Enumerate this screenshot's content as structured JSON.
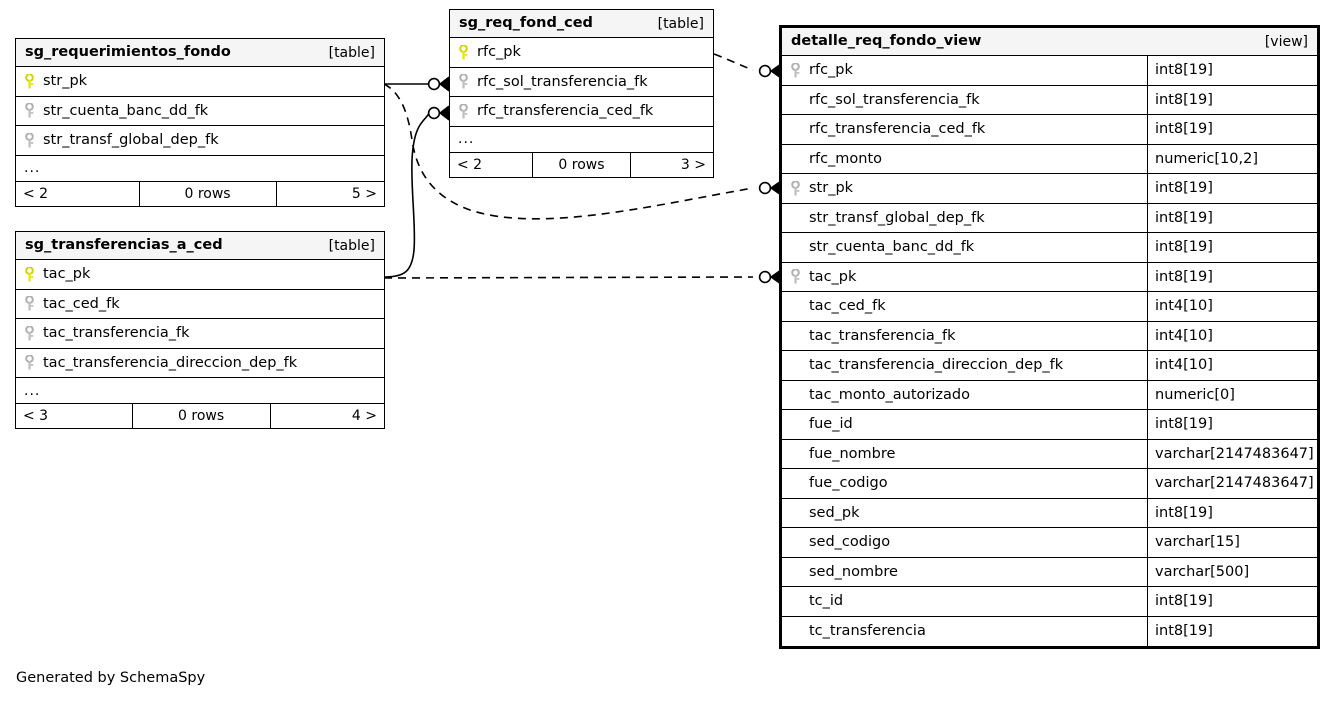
{
  "caption": "Generated by SchemaSpy",
  "legend": {
    "primary_key_color": "#e8e800",
    "foreign_key_color": "#b8b8b8",
    "header_background": "#f5f5f5",
    "line_color": "#000000",
    "background": "#ffffff"
  },
  "entities": [
    {
      "id": "sg_requerimientos_fondo",
      "name": "sg_requerimientos_fondo",
      "kind": "[table]",
      "is_view": false,
      "columns": [
        {
          "name": "str_pk",
          "key": "primary"
        },
        {
          "name": "str_cuenta_banc_dd_fk",
          "key": "foreign"
        },
        {
          "name": "str_transf_global_dep_fk",
          "key": "foreign"
        }
      ],
      "ellipsis": "...",
      "footer": {
        "left": "< 2",
        "center": "0 rows",
        "right": "5 >"
      }
    },
    {
      "id": "sg_transferencias_a_ced",
      "name": "sg_transferencias_a_ced",
      "kind": "[table]",
      "is_view": false,
      "columns": [
        {
          "name": "tac_pk",
          "key": "primary"
        },
        {
          "name": "tac_ced_fk",
          "key": "foreign"
        },
        {
          "name": "tac_transferencia_fk",
          "key": "foreign"
        },
        {
          "name": "tac_transferencia_direccion_dep_fk",
          "key": "foreign"
        }
      ],
      "ellipsis": "...",
      "footer": {
        "left": "< 3",
        "center": "0 rows",
        "right": "4 >"
      }
    },
    {
      "id": "sg_req_fond_ced",
      "name": "sg_req_fond_ced",
      "kind": "[table]",
      "is_view": false,
      "columns": [
        {
          "name": "rfc_pk",
          "key": "primary"
        },
        {
          "name": "rfc_sol_transferencia_fk",
          "key": "foreign"
        },
        {
          "name": "rfc_transferencia_ced_fk",
          "key": "foreign"
        }
      ],
      "ellipsis": "...",
      "footer": {
        "left": "< 2",
        "center": "0 rows",
        "right": "3 >"
      }
    },
    {
      "id": "detalle_req_fondo_view",
      "name": "detalle_req_fondo_view",
      "kind": "[view]",
      "is_view": true,
      "columns": [
        {
          "name": "rfc_pk",
          "key": "foreign",
          "type": "int8[19]"
        },
        {
          "name": "rfc_sol_transferencia_fk",
          "key": "none",
          "type": "int8[19]"
        },
        {
          "name": "rfc_transferencia_ced_fk",
          "key": "none",
          "type": "int8[19]"
        },
        {
          "name": "rfc_monto",
          "key": "none",
          "type": "numeric[10,2]"
        },
        {
          "name": "str_pk",
          "key": "foreign",
          "type": "int8[19]"
        },
        {
          "name": "str_transf_global_dep_fk",
          "key": "none",
          "type": "int8[19]"
        },
        {
          "name": "str_cuenta_banc_dd_fk",
          "key": "none",
          "type": "int8[19]"
        },
        {
          "name": "tac_pk",
          "key": "foreign",
          "type": "int8[19]"
        },
        {
          "name": "tac_ced_fk",
          "key": "none",
          "type": "int4[10]"
        },
        {
          "name": "tac_transferencia_fk",
          "key": "none",
          "type": "int4[10]"
        },
        {
          "name": "tac_transferencia_direccion_dep_fk",
          "key": "none",
          "type": "int4[10]"
        },
        {
          "name": "tac_monto_autorizado",
          "key": "none",
          "type": "numeric[0]"
        },
        {
          "name": "fue_id",
          "key": "none",
          "type": "int8[19]"
        },
        {
          "name": "fue_nombre",
          "key": "none",
          "type": "varchar[2147483647]"
        },
        {
          "name": "fue_codigo",
          "key": "none",
          "type": "varchar[2147483647]"
        },
        {
          "name": "sed_pk",
          "key": "none",
          "type": "int8[19]"
        },
        {
          "name": "sed_codigo",
          "key": "none",
          "type": "varchar[15]"
        },
        {
          "name": "sed_nombre",
          "key": "none",
          "type": "varchar[500]"
        },
        {
          "name": "tc_id",
          "key": "none",
          "type": "int8[19]"
        },
        {
          "name": "tc_transferencia",
          "key": "none",
          "type": "int8[19]"
        }
      ]
    }
  ],
  "relationships": [
    {
      "id": "rel-1",
      "from": "sg_requerimientos_fondo.str_pk",
      "to": "sg_req_fond_ced.rfc_sol_transferencia_fk",
      "style": "solid"
    },
    {
      "id": "rel-2",
      "from": "sg_transferencias_a_ced.tac_pk",
      "to": "sg_req_fond_ced.rfc_transferencia_ced_fk",
      "style": "solid"
    },
    {
      "id": "rel-3",
      "from": "sg_req_fond_ced.rfc_pk",
      "to": "detalle_req_fondo_view.rfc_pk",
      "style": "dashed"
    },
    {
      "id": "rel-4",
      "from": "sg_requerimientos_fondo.str_pk",
      "to": "detalle_req_fondo_view.str_pk",
      "style": "dashed"
    },
    {
      "id": "rel-5",
      "from": "sg_transferencias_a_ced.tac_pk",
      "to": "detalle_req_fondo_view.tac_pk",
      "style": "dashed"
    }
  ]
}
